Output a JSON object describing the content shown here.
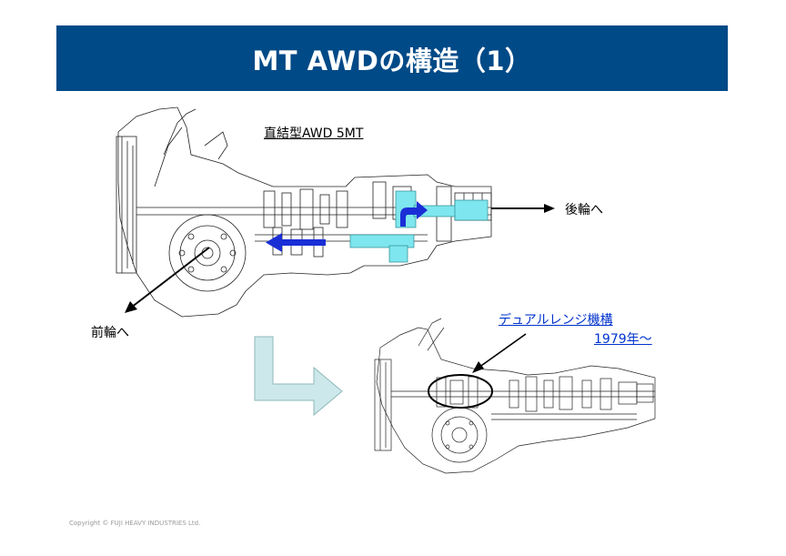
{
  "slide": {
    "title": "MT AWDの構造（1）",
    "copyright": "Copyright © FUJI HEAVY INDUSTRIES Ltd."
  },
  "diagram": {
    "label_top": "直結型AWD 5MT",
    "label_rear": "後輪へ",
    "label_front": "前輪へ",
    "label_dual_range": "デュアルレンジ機構",
    "label_year": "1979年～"
  },
  "colors": {
    "title_bg": "#004a87",
    "highlight_flow": "#7ee6ee",
    "flow_arrow": "#1a2ed6",
    "transition_arrow": "#cde8ea",
    "link_blue": "#0033cc"
  }
}
